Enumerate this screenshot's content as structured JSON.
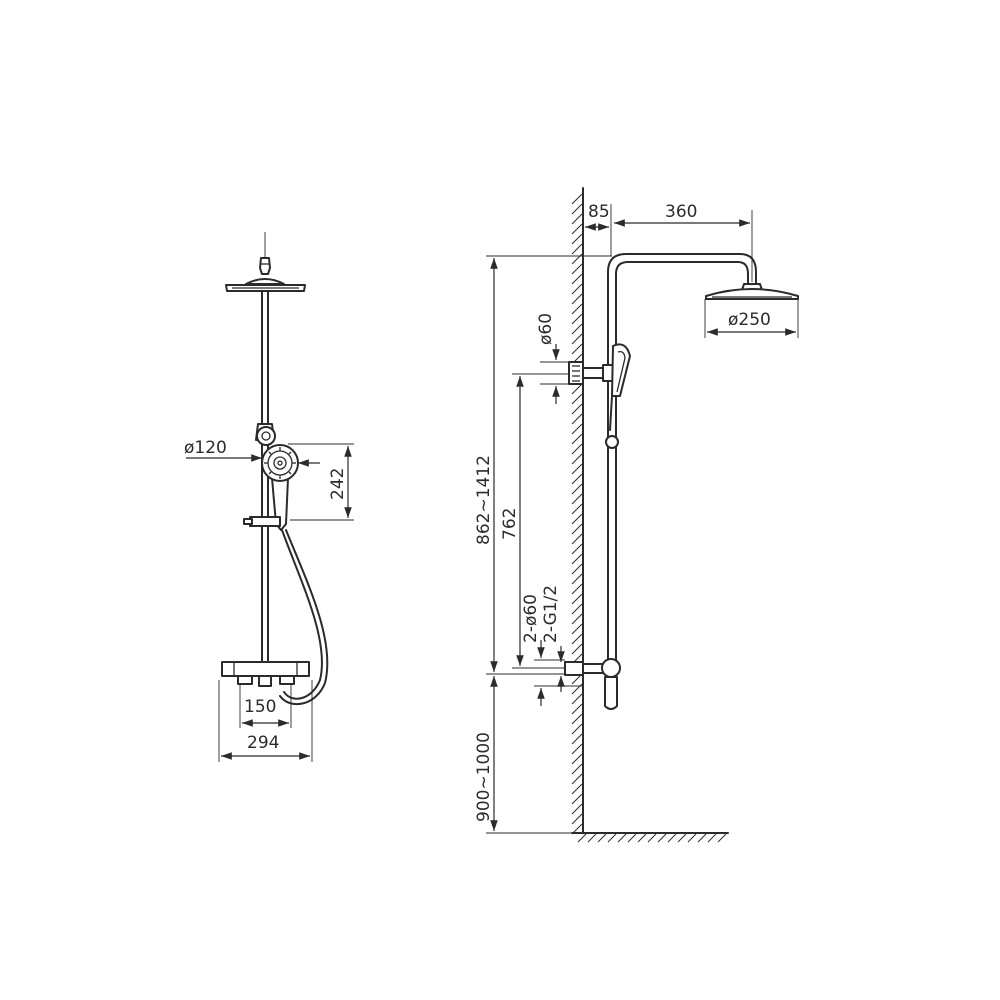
{
  "dimensions": {
    "front_hand_shower_diameter": "ø120",
    "front_hand_shower_height": "242",
    "front_mixer_centers": "150",
    "front_mixer_width": "294",
    "side_wall_offset": "85",
    "side_arm_projection": "360",
    "side_head_diameter": "ø250",
    "side_bracket_diameter": "ø60",
    "side_total_height": "862~1412",
    "side_rail_height": "762",
    "side_inlet_cover_diameter": "2-ø60",
    "side_inlet_thread": "2-G1/2",
    "side_floor_height": "900~1000"
  }
}
